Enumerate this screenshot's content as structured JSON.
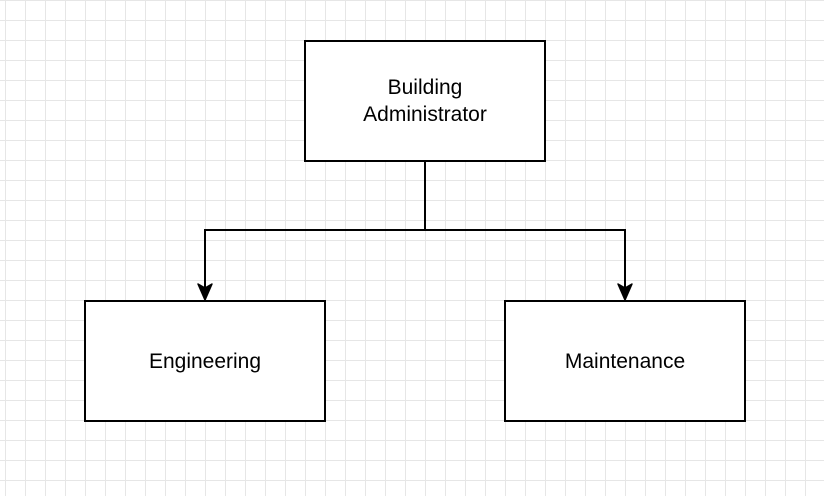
{
  "diagram": {
    "nodes": {
      "root": {
        "label": "Building\nAdministrator"
      },
      "left": {
        "label": "Engineering"
      },
      "right": {
        "label": "Maintenance"
      }
    },
    "edges": [
      {
        "from": "root",
        "to": "left"
      },
      {
        "from": "root",
        "to": "right"
      }
    ],
    "colors": {
      "stroke": "#000000",
      "node_fill": "#ffffff",
      "grid": "#e6e6e6",
      "background": "#ffffff"
    }
  }
}
